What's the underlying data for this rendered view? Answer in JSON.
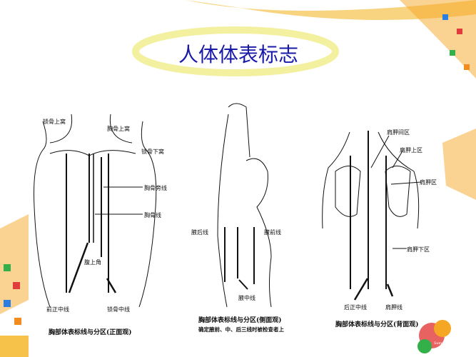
{
  "title": "人体体表标志",
  "front": {
    "labels": [
      "锁骨上窝",
      "胸骨上窝",
      "锁骨下窝",
      "胸骨旁线",
      "胸骨线",
      "腹上角",
      "前正中线",
      "锁骨中线"
    ],
    "caption": "胸部体表标线与分区(正面观)"
  },
  "side": {
    "labels": [
      "腋后线",
      "腋前线",
      "腋中线"
    ],
    "caption": "胸部体表标线与分区(侧面观)",
    "note": "确定腋前、中、后三线时被检查者上"
  },
  "back": {
    "labels": [
      "肩胛间区",
      "肩胛上区",
      "肩胛区",
      "肩胛下区",
      "后正中线",
      "肩胛线"
    ],
    "caption": "胸部体表标线与分区(背面观)"
  },
  "logo": "Sample TEXT",
  "colors": {
    "title": "#1a1aa8",
    "cloud": "#f3f0a0",
    "accent": "#f5a623"
  }
}
